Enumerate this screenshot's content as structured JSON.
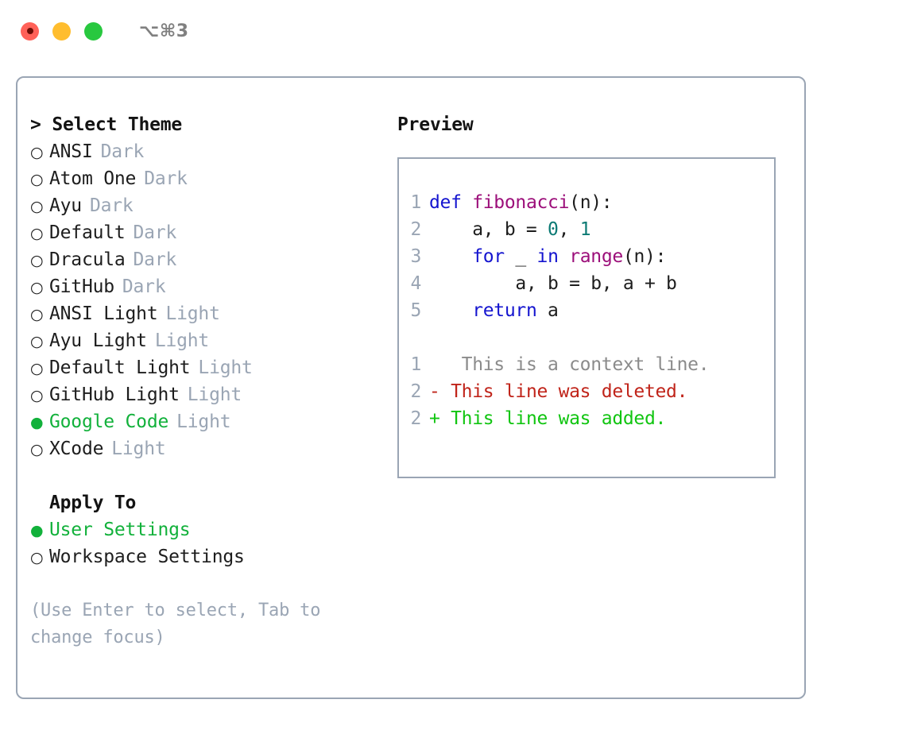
{
  "window": {
    "shortcut": "⌥⌘3",
    "traffic_lights": [
      {
        "name": "close",
        "color": "#ff6158"
      },
      {
        "name": "minimize",
        "color": "#ffbd2e"
      },
      {
        "name": "zoom",
        "color": "#28c83f"
      }
    ]
  },
  "theme_panel": {
    "title": "Select Theme",
    "caret": ">",
    "marker_selected": "●",
    "marker_unselected": "○",
    "items": [
      {
        "label": "ANSI",
        "tag": "Dark",
        "selected": false
      },
      {
        "label": "Atom One",
        "tag": "Dark",
        "selected": false
      },
      {
        "label": "Ayu",
        "tag": "Dark",
        "selected": false
      },
      {
        "label": "Default",
        "tag": "Dark",
        "selected": false
      },
      {
        "label": "Dracula",
        "tag": "Dark",
        "selected": false
      },
      {
        "label": "GitHub",
        "tag": "Dark",
        "selected": false
      },
      {
        "label": "ANSI Light",
        "tag": "Light",
        "selected": false
      },
      {
        "label": "Ayu Light",
        "tag": "Light",
        "selected": false
      },
      {
        "label": "Default Light",
        "tag": "Light",
        "selected": false
      },
      {
        "label": "GitHub Light",
        "tag": "Light",
        "selected": false
      },
      {
        "label": "Google Code",
        "tag": "Light",
        "selected": true
      },
      {
        "label": "XCode",
        "tag": "Light",
        "selected": false
      }
    ]
  },
  "apply_to": {
    "title": "Apply To",
    "items": [
      {
        "label": "User Settings",
        "selected": true
      },
      {
        "label": "Workspace Settings",
        "selected": false
      }
    ]
  },
  "hint": "(Use Enter to select, Tab to change focus)",
  "preview": {
    "title": "Preview",
    "code_lines": [
      {
        "number": "1",
        "tokens": [
          {
            "text": "def ",
            "kind": "kw"
          },
          {
            "text": "fibonacci",
            "kind": "fn"
          },
          {
            "text": "(n):",
            "kind": "pln"
          }
        ]
      },
      {
        "number": "2",
        "tokens": [
          {
            "text": "    a, b = ",
            "kind": "pln"
          },
          {
            "text": "0",
            "kind": "num"
          },
          {
            "text": ", ",
            "kind": "pln"
          },
          {
            "text": "1",
            "kind": "num"
          }
        ]
      },
      {
        "number": "3",
        "tokens": [
          {
            "text": "    ",
            "kind": "pln"
          },
          {
            "text": "for",
            "kind": "kw"
          },
          {
            "text": " _ ",
            "kind": "pln"
          },
          {
            "text": "in",
            "kind": "kw"
          },
          {
            "text": " ",
            "kind": "pln"
          },
          {
            "text": "range",
            "kind": "fn"
          },
          {
            "text": "(n):",
            "kind": "pln"
          }
        ]
      },
      {
        "number": "4",
        "tokens": [
          {
            "text": "        a, b = b, a + b",
            "kind": "pln"
          }
        ]
      },
      {
        "number": "5",
        "tokens": [
          {
            "text": "    ",
            "kind": "pln"
          },
          {
            "text": "return",
            "kind": "kw"
          },
          {
            "text": " a",
            "kind": "pln"
          }
        ]
      }
    ],
    "diff_lines": [
      {
        "number": "1",
        "sign": " ",
        "text": "  This is a context line.",
        "kind": "ctx"
      },
      {
        "number": "2",
        "sign": "-",
        "text": " This line was deleted.",
        "kind": "del"
      },
      {
        "number": "2",
        "sign": "+",
        "text": " This line was added.",
        "kind": "add"
      }
    ]
  },
  "colors": {
    "accent_green": "#12b13b",
    "muted_gray": "#9aa5b4",
    "border_gray": "#9aa5b4",
    "keyword_blue": "#1414cf",
    "function_magenta": "#9c0f7a",
    "number_teal": "#0b7a74",
    "diff_deleted_red": "#c0241a",
    "diff_added_green": "#11c511",
    "diff_context_gray": "#8b8b8b"
  }
}
